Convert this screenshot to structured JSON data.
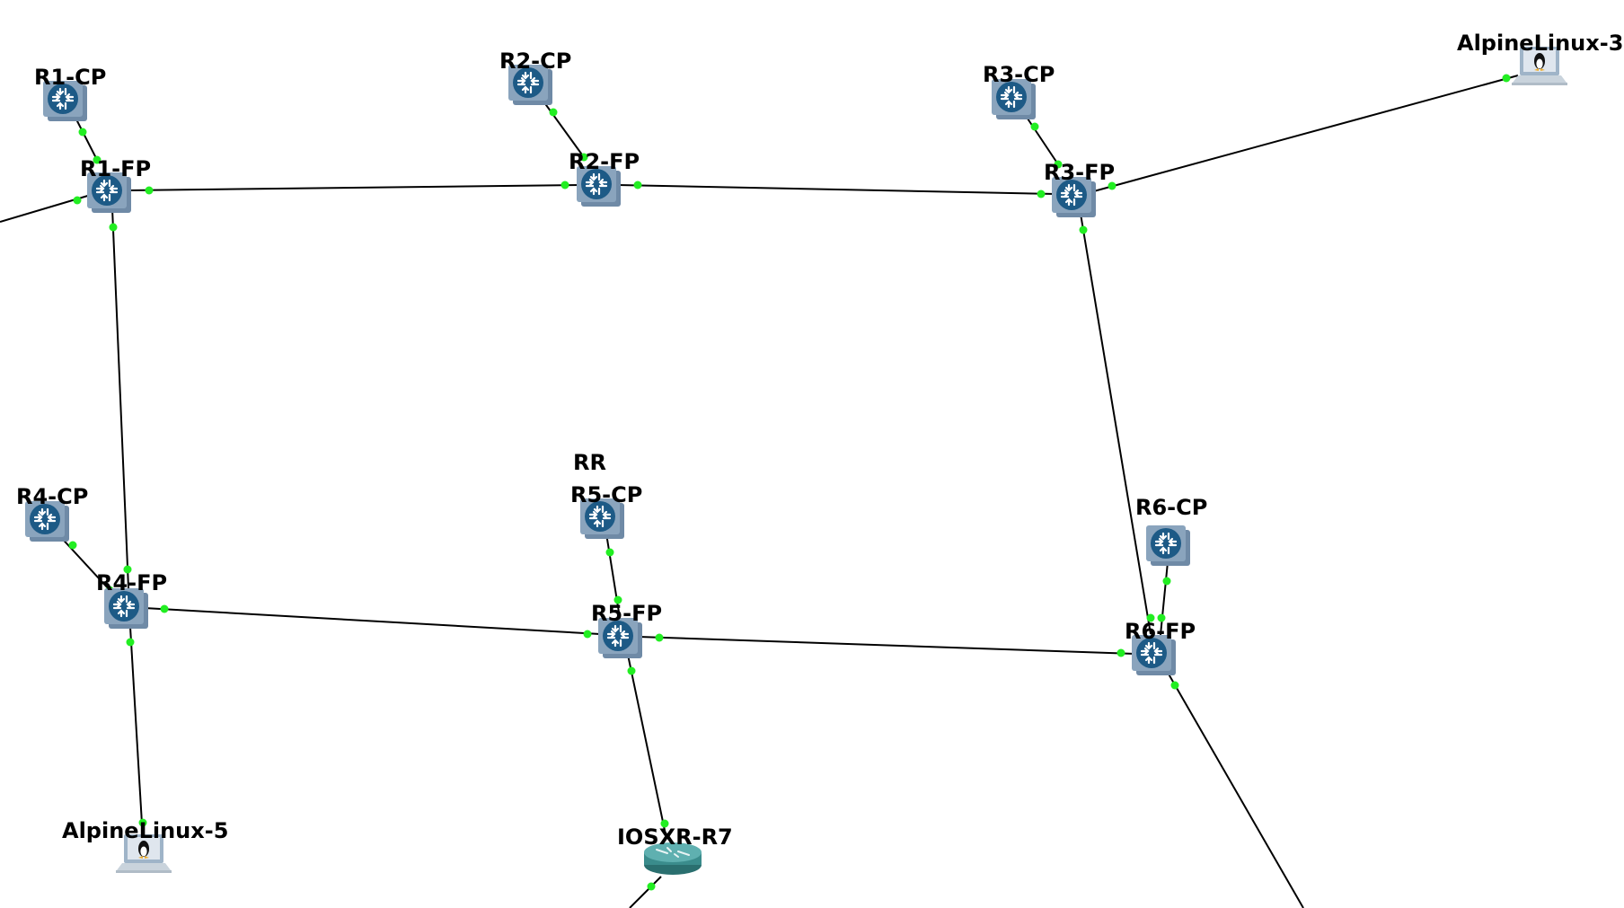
{
  "topology": {
    "nodes": [
      {
        "id": "R1-CP",
        "label": "R1-CP",
        "kind": "juniper-router",
        "icon": "juniper-router-icon"
      },
      {
        "id": "R2-CP",
        "label": "R2-CP",
        "kind": "juniper-router",
        "icon": "juniper-router-icon"
      },
      {
        "id": "R3-CP",
        "label": "R3-CP",
        "kind": "juniper-router",
        "icon": "juniper-router-icon"
      },
      {
        "id": "AlpineLinux-3",
        "label": "AlpineLinux-3",
        "kind": "linux-host",
        "icon": "linux-host-icon"
      },
      {
        "id": "R1-FP",
        "label": "R1-FP",
        "kind": "juniper-router",
        "icon": "juniper-router-icon"
      },
      {
        "id": "R2-FP",
        "label": "R2-FP",
        "kind": "juniper-router",
        "icon": "juniper-router-icon"
      },
      {
        "id": "R3-FP",
        "label": "R3-FP",
        "kind": "juniper-router",
        "icon": "juniper-router-icon"
      },
      {
        "id": "R4-CP",
        "label": "R4-CP",
        "kind": "juniper-router",
        "icon": "juniper-router-icon"
      },
      {
        "id": "R5-CP",
        "label": "R5-CP",
        "kind": "juniper-router",
        "icon": "juniper-router-icon"
      },
      {
        "id": "R6-CP",
        "label": "R6-CP",
        "kind": "juniper-router",
        "icon": "juniper-router-icon"
      },
      {
        "id": "R4-FP",
        "label": "R4-FP",
        "kind": "juniper-router",
        "icon": "juniper-router-icon"
      },
      {
        "id": "R5-FP",
        "label": "R5-FP",
        "kind": "juniper-router",
        "icon": "juniper-router-icon"
      },
      {
        "id": "R6-FP",
        "label": "R6-FP",
        "kind": "juniper-router",
        "icon": "juniper-router-icon"
      },
      {
        "id": "AlpineLinux-5",
        "label": "AlpineLinux-5",
        "kind": "linux-host",
        "icon": "linux-host-icon"
      },
      {
        "id": "IOSXR-R7",
        "label": "IOSXR-R7",
        "kind": "cisco-router",
        "icon": "cisco-router-icon"
      }
    ],
    "annotations": [
      {
        "id": "rr",
        "text": "RR"
      }
    ],
    "links": [
      [
        "R1-CP",
        "R1-FP"
      ],
      [
        "R2-CP",
        "R2-FP"
      ],
      [
        "R3-CP",
        "R3-FP"
      ],
      [
        "R1-FP",
        "R2-FP"
      ],
      [
        "R2-FP",
        "R3-FP"
      ],
      [
        "R3-FP",
        "AlpineLinux-3"
      ],
      [
        "R1-FP",
        "R4-FP"
      ],
      [
        "R3-FP",
        "R6-FP"
      ],
      [
        "R4-CP",
        "R4-FP"
      ],
      [
        "R5-CP",
        "R5-FP"
      ],
      [
        "R6-CP",
        "R6-FP"
      ],
      [
        "R4-FP",
        "R5-FP"
      ],
      [
        "R5-FP",
        "R6-FP"
      ],
      [
        "R4-FP",
        "AlpineLinux-5"
      ],
      [
        "R5-FP",
        "IOSXR-R7"
      ],
      [
        "R1-FP",
        "offscreen-left"
      ],
      [
        "R6-FP",
        "offscreen-bottom"
      ],
      [
        "IOSXR-R7",
        "offscreen-bottom"
      ]
    ],
    "colors": {
      "link": "#000000",
      "port_dot": "#22ee22",
      "juniper_disc": "#1d5a86",
      "juniper_box": "#8aa4bd",
      "cisco_body": "#3a8c8c",
      "host_screen": "#dfe6ee"
    }
  }
}
